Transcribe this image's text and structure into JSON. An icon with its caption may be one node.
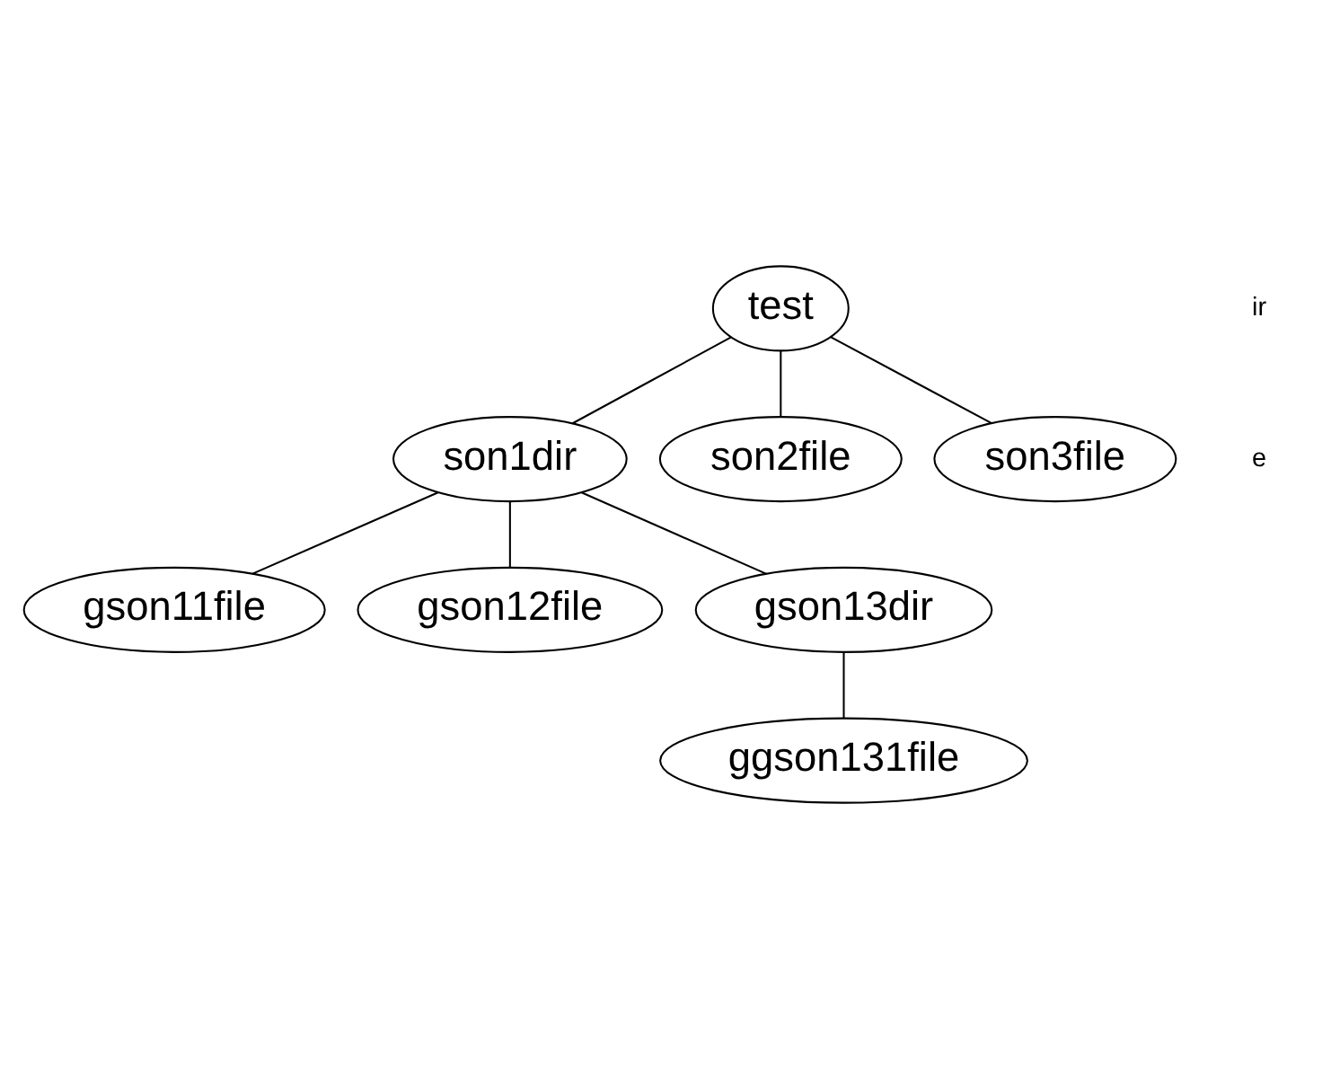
{
  "diagram": {
    "nodes": [
      {
        "text": [
          "test"
        ]
      },
      {
        "text": [
          "son1dir"
        ]
      },
      {
        "text": [
          "son2file"
        ]
      },
      {
        "text": [
          "son3file"
        ]
      },
      {
        "text": [
          "gson11file"
        ]
      },
      {
        "text": [
          "gson12file"
        ]
      },
      {
        "text": [
          "gson13dir"
        ]
      },
      {
        "text": [
          "ggson131file"
        ]
      }
    ],
    "edges": [
      {
        "from": 0,
        "to": 1,
        "arrow": "none"
      },
      {
        "from": 0,
        "to": 2,
        "arrow": "none"
      },
      {
        "from": 0,
        "to": 3,
        "arrow": "none"
      },
      {
        "from": 1,
        "to": 4,
        "arrow": "none"
      },
      {
        "from": 1,
        "to": 5,
        "arrow": "none"
      },
      {
        "from": 1,
        "to": 6,
        "arrow": "none"
      },
      {
        "from": 6,
        "to": 7,
        "arrow": "none"
      }
    ],
    "labels": [
      "ir",
      "e"
    ]
  }
}
